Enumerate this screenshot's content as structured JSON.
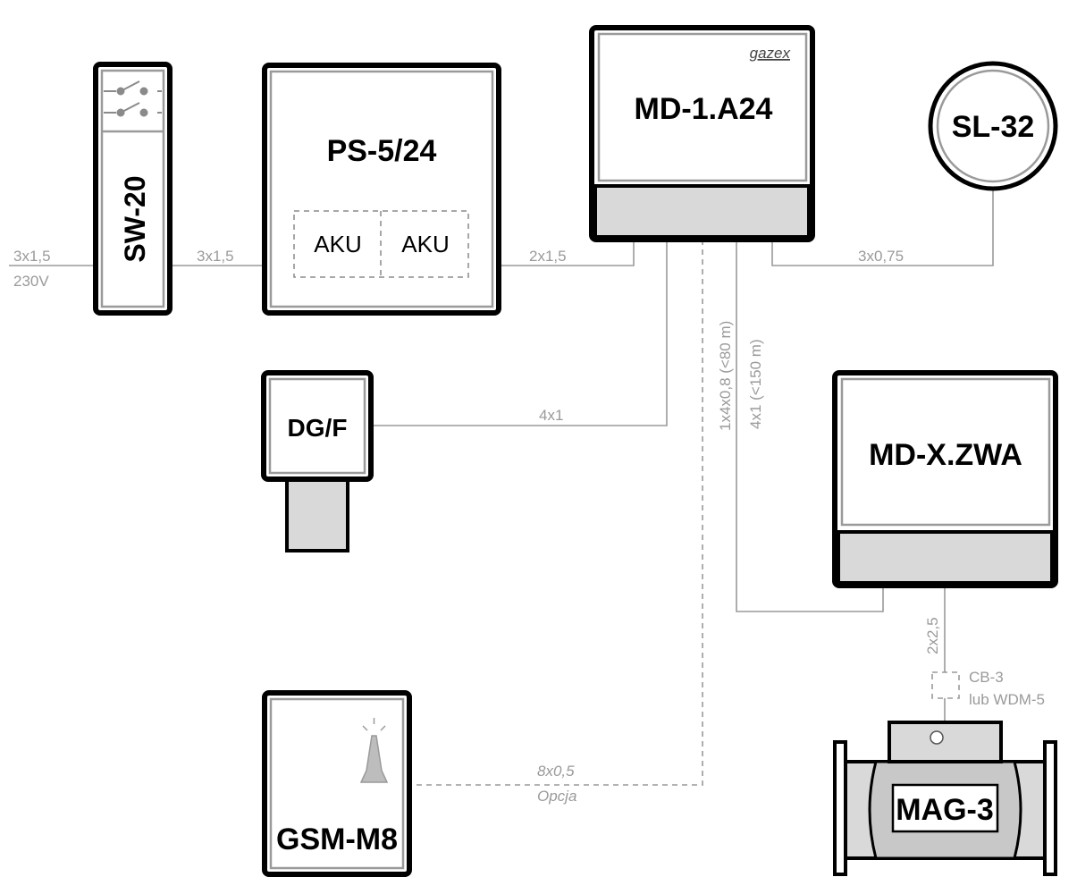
{
  "devices": {
    "sw20": "SW-20",
    "ps524": "PS-5/24",
    "aku1": "AKU",
    "aku2": "AKU",
    "md1": "MD-1.A24",
    "brand": "gazex",
    "sl32": "SL-32",
    "dgf": "DG/F",
    "mdx": "MD-X.ZWA",
    "gsm": "GSM-M8",
    "mag3": "MAG-3"
  },
  "cables": {
    "mains_cable": "3x1,5",
    "mains_voltage": "230V",
    "sw_ps": "3x1,5",
    "ps_md": "2x1,5",
    "md_sl": "3x0,75",
    "dg": "4x1",
    "bus_1": "1x4x0,8 (<80 m)",
    "bus_2": "4x1 (<150 m)",
    "valve": "2x2,5",
    "option_cable": "8x0,5",
    "option_label": "Opcja",
    "cb_line1": "CB-3",
    "cb_line2": "lub WDM-5"
  },
  "colors": {
    "wire": "#9a9a9a",
    "fill_gray": "#d9d9d9",
    "outline": "#000000"
  }
}
